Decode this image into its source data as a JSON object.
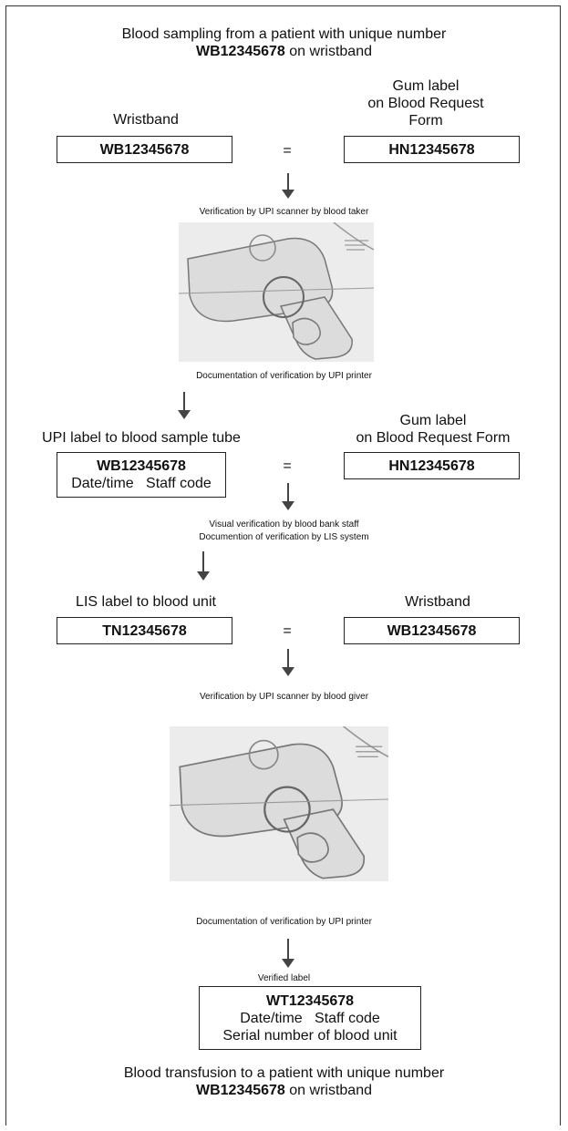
{
  "header": {
    "line1": "Blood sampling from a patient with unique number",
    "id": "WB12345678",
    "suffix": " on wristband"
  },
  "row1": {
    "left_label": "Wristband",
    "left_value": "WB12345678",
    "equals": "=",
    "right_label": [
      "Gum label",
      "on Blood Request",
      "Form"
    ],
    "right_value": "HN12345678"
  },
  "step1": {
    "caption": "Verification by UPI scanner by blood taker",
    "after": "Documentation of verification by UPI printer"
  },
  "row2": {
    "left_label": "UPI label to blood sample tube",
    "left_value": "WB12345678",
    "left_sub": "Date/time   Staff code",
    "equals": "=",
    "right_label": [
      "Gum label",
      "on Blood Request Form"
    ],
    "right_value": "HN12345678"
  },
  "step2": {
    "caption1": "Visual verification by blood bank staff",
    "caption2": "Documention of verification by LIS system"
  },
  "row3": {
    "left_label": "LIS label to blood unit",
    "left_value": "TN12345678",
    "equals": "=",
    "right_label": "Wristband",
    "right_value": "WB12345678"
  },
  "step3": {
    "caption": "Verification by UPI scanner by blood giver",
    "after": "Documentation of verification by UPI printer"
  },
  "final": {
    "caption": "Verified label",
    "value": "WT12345678",
    "line2": "Date/time   Staff code",
    "line3": "Serial number of blood unit"
  },
  "footer": {
    "line1": "Blood transfusion to a patient with unique number",
    "id": "WB12345678",
    "suffix": " on wristband"
  },
  "colors": {
    "line": "#444444",
    "photo_bg": "#ececec"
  },
  "icons": [
    "barcode-scanner-illustration",
    "down-arrow-icon"
  ]
}
